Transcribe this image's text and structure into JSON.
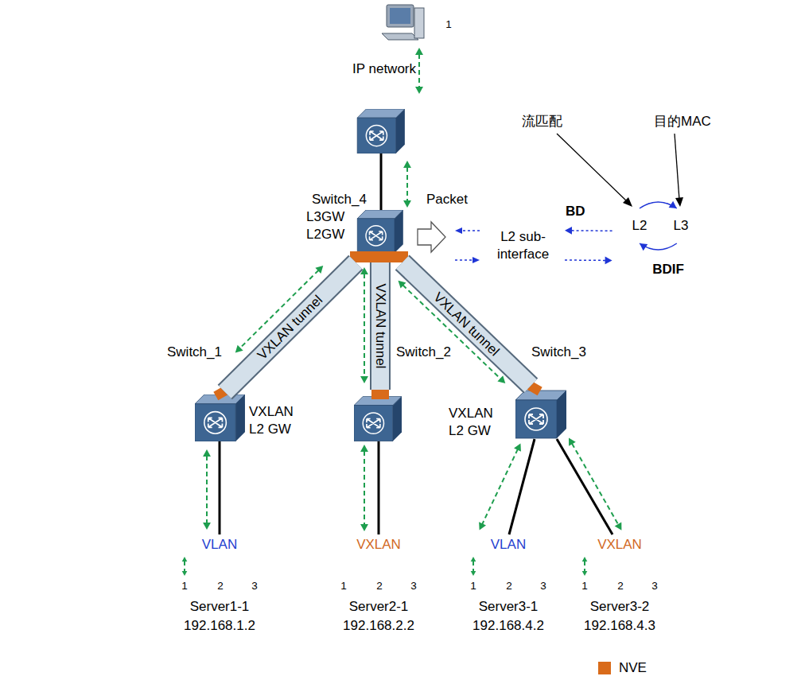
{
  "diagram": {
    "nodes": [
      {
        "text": [
          "1"
        ]
      },
      {
        "text": [
          "IP network"
        ]
      },
      {
        "text": [
          "Switch_4",
          "L3GW L2GW"
        ]
      },
      {
        "text": [
          "BD"
        ]
      },
      {
        "text": [
          "L2 sub-interface"
        ],
        "in": 3
      },
      {
        "text": [
          "BDIF"
        ]
      },
      {
        "text": [
          "L2"
        ],
        "in": 5
      },
      {
        "text": [
          "L3"
        ],
        "in": 5
      },
      {
        "text": [
          "Switch_1",
          "VXLAN L2 GW"
        ]
      },
      {
        "text": [
          "Switch_2"
        ]
      },
      {
        "text": [
          "Switch_3",
          "VXLAN L2 GW"
        ]
      },
      {
        "text": [
          "Server1-1",
          "192.168.1.2"
        ]
      },
      {
        "text": [
          "VLAN"
        ],
        "in": 11
      },
      {
        "text": [
          "1"
        ],
        "in": 11
      },
      {
        "text": [
          "2"
        ],
        "in": 11
      },
      {
        "text": [
          "3"
        ],
        "in": 11
      },
      {
        "text": [
          "Server2-1",
          "192.168.2.2"
        ]
      },
      {
        "text": [
          "VXLAN"
        ],
        "in": 16
      },
      {
        "text": [
          "1"
        ],
        "in": 16
      },
      {
        "text": [
          "2"
        ],
        "in": 16
      },
      {
        "text": [
          "3"
        ],
        "in": 16
      },
      {
        "text": [
          "Server3-1",
          "192.168.4.2"
        ]
      },
      {
        "text": [
          "VLAN"
        ],
        "in": 21
      },
      {
        "text": [
          "1"
        ],
        "in": 21
      },
      {
        "text": [
          "2"
        ],
        "in": 21
      },
      {
        "text": [
          "3"
        ],
        "in": 21
      },
      {
        "text": [
          "Server3-2",
          "192.168.4.3"
        ]
      },
      {
        "text": [
          "VXLAN"
        ],
        "in": 26
      },
      {
        "text": [
          "1"
        ],
        "in": 26
      },
      {
        "text": [
          "2"
        ],
        "in": 26
      },
      {
        "text": [
          "3"
        ],
        "in": 26
      }
    ],
    "edges": [
      {
        "from": 1,
        "to": 2,
        "arrow": "both"
      },
      {
        "from": 2,
        "to": 8,
        "arrow": "both",
        "label": "VXLAN tunnel"
      },
      {
        "from": 2,
        "to": 9,
        "arrow": "both",
        "label": "VXLAN tunnel"
      },
      {
        "from": 2,
        "to": 10,
        "arrow": "both",
        "label": "VXLAN tunnel"
      },
      {
        "from": 8,
        "to": 12,
        "arrow": "both"
      },
      {
        "from": 9,
        "to": 17,
        "arrow": "both"
      },
      {
        "from": 10,
        "to": 22,
        "arrow": "both"
      },
      {
        "from": 10,
        "to": 27,
        "arrow": "both"
      },
      {
        "from": 12,
        "to": 13,
        "arrow": "both"
      },
      {
        "from": 22,
        "to": 23,
        "arrow": "both"
      },
      {
        "from": 27,
        "to": 28,
        "arrow": "both"
      },
      {
        "from": 5,
        "to": 4,
        "arrow": "to"
      },
      {
        "from": 4,
        "to": 5,
        "arrow": "to"
      },
      {
        "from": 6,
        "to": 7,
        "arrow": "to"
      },
      {
        "from": 7,
        "to": 6,
        "arrow": "to"
      }
    ],
    "labels": [
      "Packet",
      "流匹配",
      "目的MAC"
    ],
    "legend": [
      {
        "text": "NVE",
        "color": "#d96b1a"
      }
    ]
  }
}
